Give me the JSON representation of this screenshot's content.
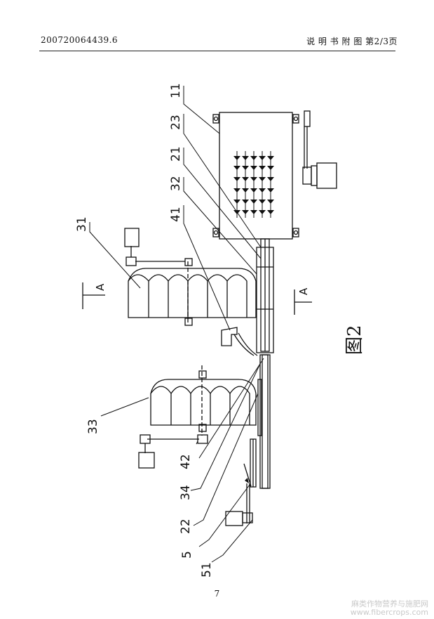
{
  "header": {
    "doc_number": "200720064439.6",
    "section_title": "说 明 书 附 图  第2/3页"
  },
  "figure": {
    "caption": "图2",
    "section_mark": "A",
    "callouts": [
      "11",
      "23",
      "21",
      "32",
      "41",
      "31",
      "33",
      "42",
      "34",
      "22",
      "5",
      "51"
    ]
  },
  "footer": {
    "page_number": "7",
    "watermark_line1": "麻类作物营养与施肥网",
    "watermark_line2": "www.fibercrops.com"
  }
}
